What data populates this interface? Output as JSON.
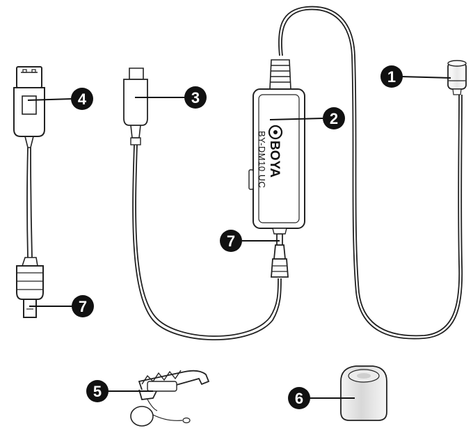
{
  "diagram": {
    "callouts": {
      "mic_head": "1",
      "control_box": "2",
      "usb_c_plug": "3",
      "usb_a_plug": "4",
      "clip": "5",
      "windscreen": "6",
      "connector_box": "7",
      "connector_adapter": "7"
    },
    "device_label": {
      "brand": "BOYA",
      "model": "BY-DM10 UC"
    }
  }
}
